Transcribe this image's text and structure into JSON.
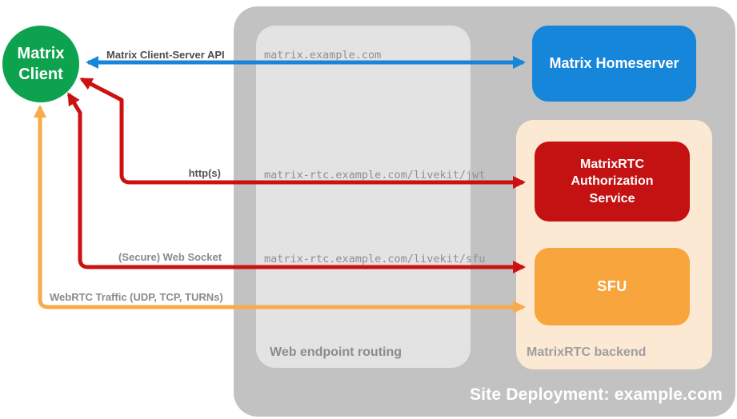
{
  "containers": {
    "site": {
      "label": "Site Deployment: example.com",
      "bg": "#C2C2C2",
      "label_color": "#FFFFFF"
    },
    "routing": {
      "label": "Web endpoint routing",
      "bg": "#E3E3E3",
      "label_color": "#8C8C8C"
    },
    "backend": {
      "label": "MatrixRTC backend",
      "bg": "#FCE9D4",
      "label_color": "#9E9E9E"
    }
  },
  "nodes": {
    "client": {
      "label": "Matrix Client",
      "bg": "#0DA24E",
      "text_color": "#FFFFFF"
    },
    "homeserver": {
      "label": "Matrix Homeserver",
      "bg": "#1586D9",
      "text_color": "#FFFFFF"
    },
    "auth_service": {
      "label": "MatrixRTC Authorization Service",
      "bg": "#C41111",
      "text_color": "#FFFFFF"
    },
    "sfu": {
      "label": "SFU",
      "bg": "#F8A53E",
      "text_color": "#FFFFFF"
    }
  },
  "endpoints": {
    "homeserver": "matrix.example.com",
    "jwt": "matrix-rtc.example.com/livekit/jwt",
    "sfu": "matrix-rtc.example.com/livekit/sfu"
  },
  "arrows": {
    "client_server_api": {
      "label": "Matrix Client-Server API",
      "color": "#1586D9",
      "label_color": "#4D4D4D"
    },
    "https": {
      "label": "http(s)",
      "color": "#CC1111",
      "label_color": "#555555"
    },
    "websocket": {
      "label": "(Secure) Web Socket",
      "color": "#CC1111",
      "label_color": "#8A8A8A"
    },
    "webrtc": {
      "label": "WebRTC Traffic (UDP, TCP, TURNs)",
      "color": "#F9AA4B",
      "label_color": "#8A8A8A"
    }
  }
}
